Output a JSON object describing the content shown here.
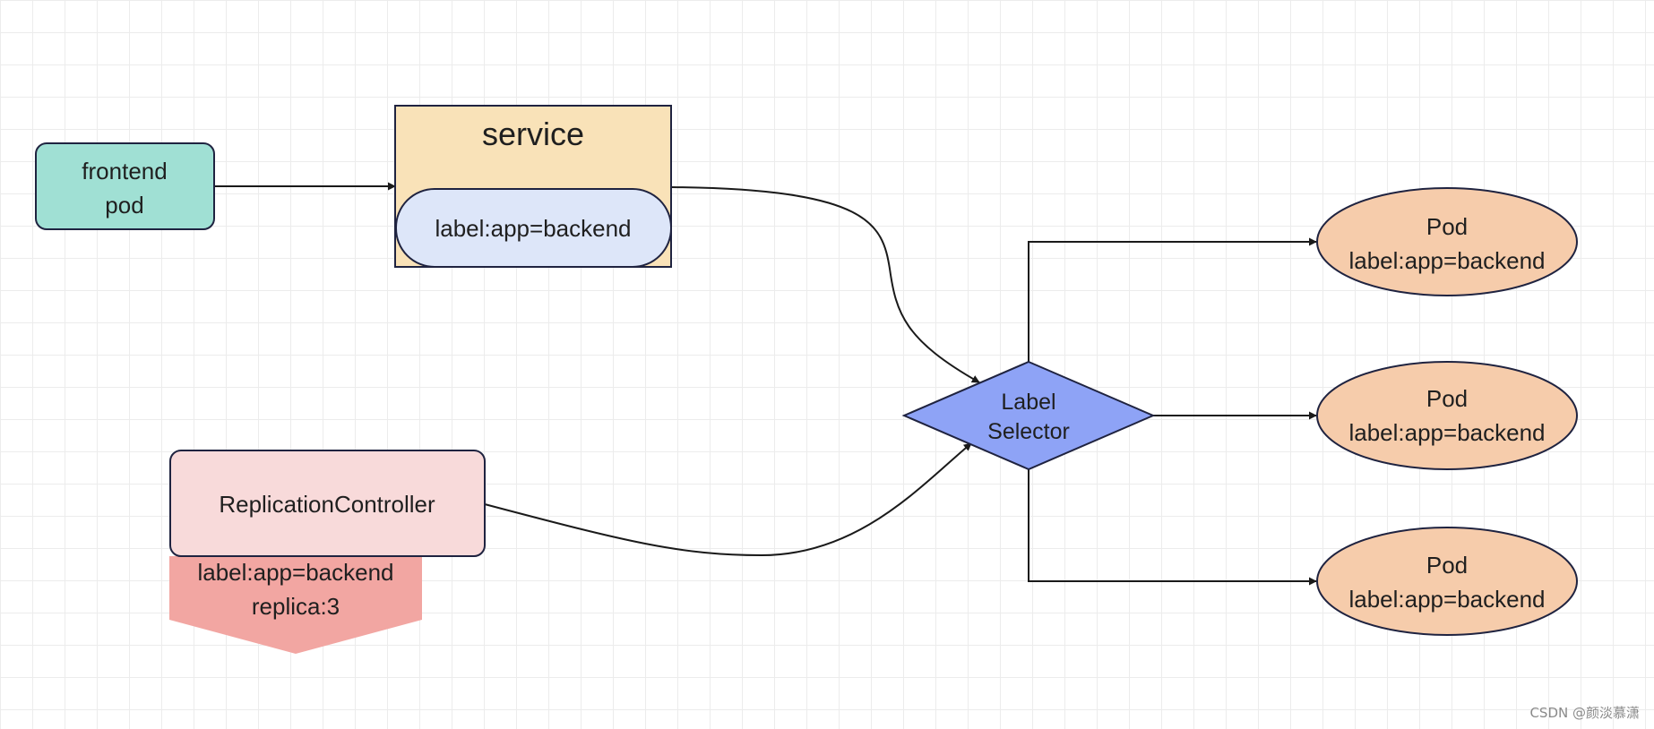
{
  "nodes": {
    "frontend_pod": {
      "line1": "frontend",
      "line2": "pod"
    },
    "service": {
      "title": "service",
      "label": "label:app=backend"
    },
    "replication_controller": {
      "title": "ReplicationController"
    },
    "rc_tag": {
      "line1": "label:app=backend",
      "line2": "replica:3"
    },
    "label_selector": {
      "line1": "Label",
      "line2": "Selector"
    },
    "pods": [
      {
        "line1": "Pod",
        "line2": "label:app=backend"
      },
      {
        "line1": "Pod",
        "line2": "label:app=backend"
      },
      {
        "line1": "Pod",
        "line2": "label:app=backend"
      }
    ]
  },
  "watermark": "CSDN @颜淡慕潇",
  "colors": {
    "frontend_fill": "#a0e0d4",
    "service_fill": "#f9e2b8",
    "service_label_fill": "#dde6f9",
    "rc_fill": "#f8dada",
    "rc_tag_fill": "#f2a6a2",
    "selector_fill": "#8ea3f6",
    "pod_fill": "#f6ccab",
    "stroke": "#1f2340",
    "edge": "#1a1a1a"
  }
}
